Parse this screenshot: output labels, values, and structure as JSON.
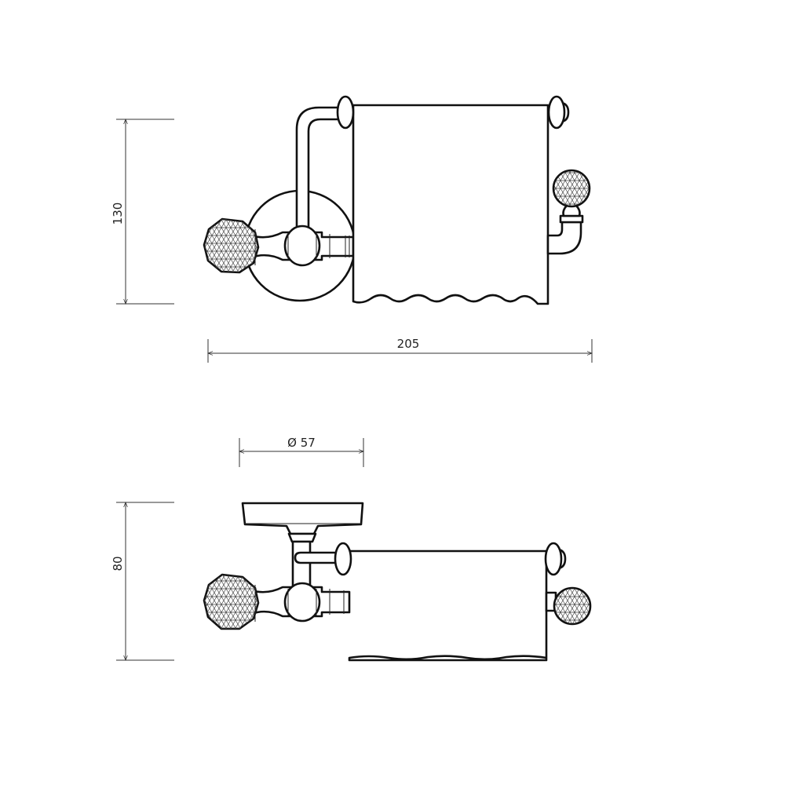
{
  "drawing": {
    "front_view": {
      "height_dimension": "130",
      "width_dimension": "205"
    },
    "side_view": {
      "diameter_dimension": "Ø 57",
      "height_dimension": "80"
    },
    "colors": {
      "line": "#111111",
      "background": "#ffffff"
    }
  }
}
